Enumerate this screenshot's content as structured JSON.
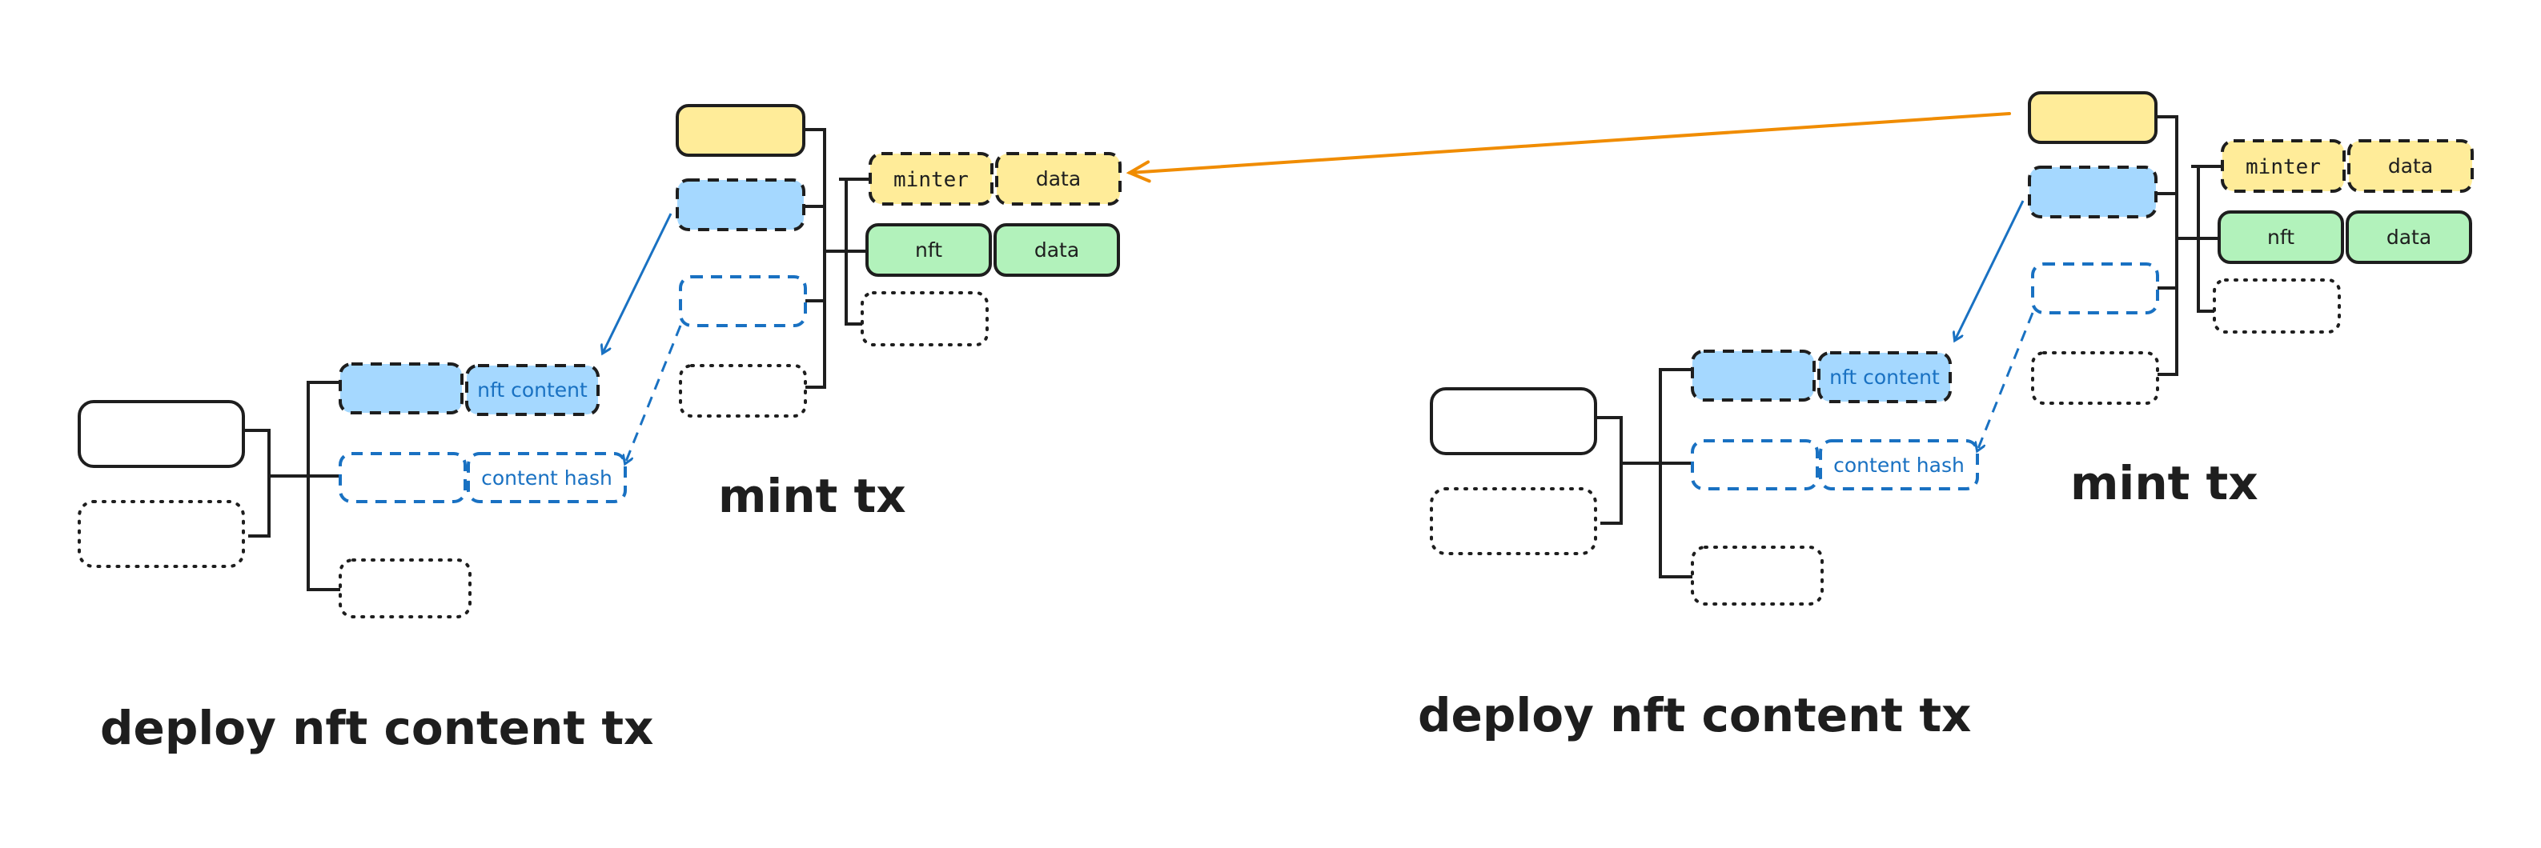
{
  "colors": {
    "stroke": "#1e1e1e",
    "yellow": "#ffec99",
    "blue_fill": "#a5d8ff",
    "green": "#b2f2bb",
    "blue_stroke": "#1971c2",
    "orange": "#f08c00"
  },
  "groups": [
    {
      "deploy": {
        "title": "deploy nft content tx",
        "nft_content_label": "nft content",
        "content_hash_label": "content hash"
      },
      "mint": {
        "title": "mint tx",
        "minter_label": "minter",
        "minter_data_label": "data",
        "nft_label": "nft",
        "nft_data_label": "data"
      }
    },
    {
      "deploy": {
        "title": "deploy nft content tx",
        "nft_content_label": "nft content",
        "content_hash_label": "content hash"
      },
      "mint": {
        "title": "mint tx",
        "minter_label": "minter",
        "minter_data_label": "data",
        "nft_label": "nft",
        "nft_data_label": "data"
      }
    }
  ]
}
